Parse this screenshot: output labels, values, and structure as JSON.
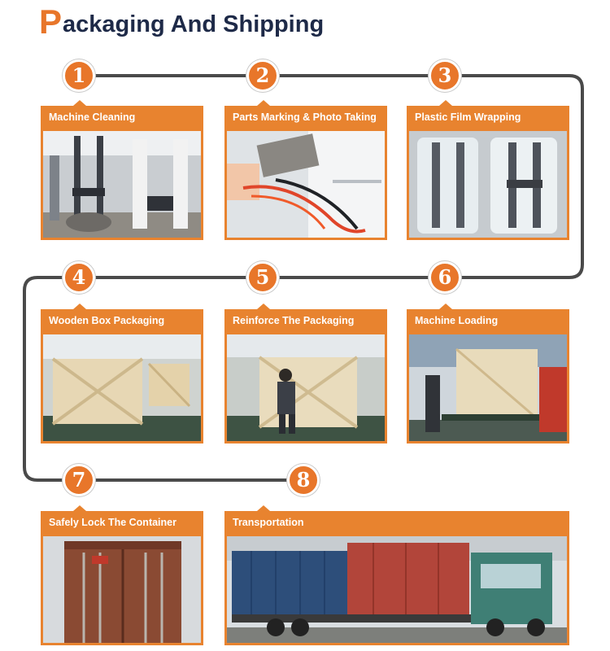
{
  "title": {
    "first_letter": "P",
    "rest": "ackaging And Shipping"
  },
  "colors": {
    "accent": "#e8832f",
    "title_text": "#1e2a48",
    "track": "#4a4a4a"
  },
  "steps": [
    {
      "number": "1",
      "label": "Machine Cleaning"
    },
    {
      "number": "2",
      "label": "Parts Marking & Photo Taking"
    },
    {
      "number": "3",
      "label": "Plastic Film Wrapping"
    },
    {
      "number": "4",
      "label": "Wooden Box Packaging"
    },
    {
      "number": "5",
      "label": "Reinforce The Packaging"
    },
    {
      "number": "6",
      "label": "Machine Loading"
    },
    {
      "number": "7",
      "label": "Safely Lock The Container"
    },
    {
      "number": "8",
      "label": "Transportation"
    }
  ]
}
